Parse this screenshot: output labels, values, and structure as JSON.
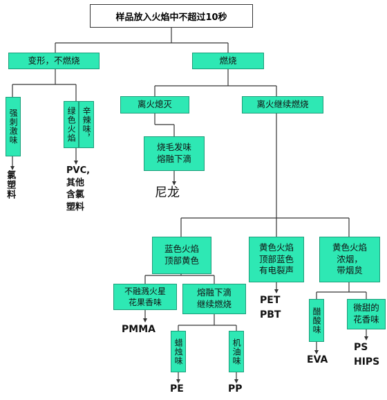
{
  "root": "样品放入火焰中不超过10秒",
  "n_deform": "变形，不燃烧",
  "n_burn": "燃烧",
  "n_extinguish": "离火熄灭",
  "n_continue": "离火继续燃烧",
  "n_strong": "强刺激味",
  "n_green": "绿色火焰",
  "n_spicy": "辛辣味，",
  "n_hair": "烧毛发味\n熔融下滴",
  "n_blue_top_yellow": "蓝色火焰\n顶部黄色",
  "n_yellow_top_blue": "黄色火焰\n顶部蓝色\n有电裂声",
  "n_yellow_smoke": "黄色火焰\n浓烟，\n带烟炱",
  "n_noflash": "不融溅火星\n花果香味",
  "n_drip": "熔融下滴\n继续燃烧",
  "n_wax": "蜡烛味",
  "n_oil": "机油味",
  "n_vinegar": "醋酸味",
  "n_sweet": "微甜的\n花香味",
  "r_chlorine": "氯塑料",
  "r_pvc": "PVC,\n其他\n含氯\n塑料",
  "r_nylon": "尼龙",
  "r_pmma": "PMMA",
  "r_pe": "PE",
  "r_pp": "PP",
  "r_pet": "PET\nPBT",
  "r_eva": "EVA",
  "r_ps": "PS\nHIPS"
}
